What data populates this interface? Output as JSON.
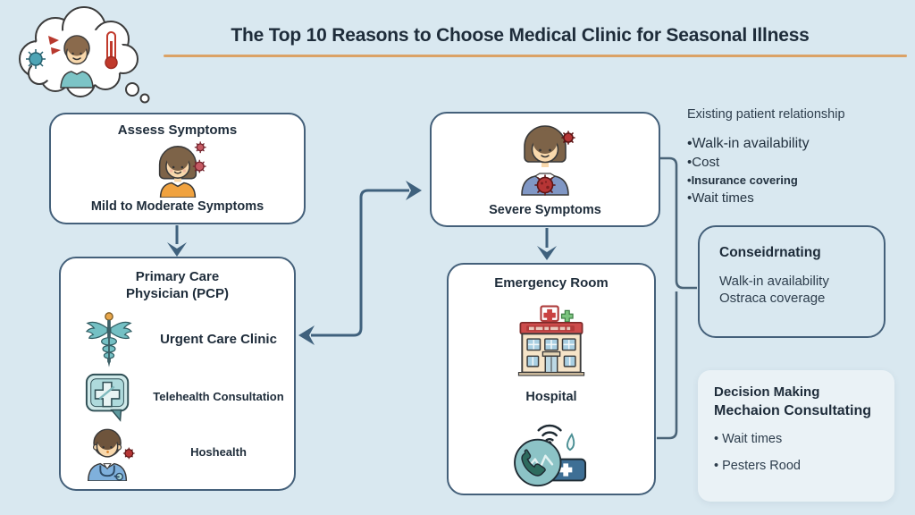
{
  "title": "The Top 10 Reasons to Choose Medical Clinic for Seasonal Illness",
  "assess_box": {
    "title": "Assess Symptoms",
    "subtitle": "Mild to Moderate Symptoms"
  },
  "severe_box": {
    "label": "Severe Symptoms"
  },
  "pcp_box": {
    "title_line1": "Primary Care",
    "title_line2": "Physician (PCP)",
    "items": [
      {
        "label": "Urgent Care Clinic",
        "icon": "caduceus-icon"
      },
      {
        "label": "Telehealth Consultation",
        "icon": "telehealth-chat-icon"
      },
      {
        "label": "Hoshealth",
        "icon": "doctor-icon"
      }
    ]
  },
  "er_box": {
    "title": "Emergency Room",
    "subtitle": "Hospital"
  },
  "factors_list": {
    "heading": "Existing patient relationship",
    "bullets": [
      "Walk-in availability",
      "Cost",
      "Insurance covering",
      "Wait times"
    ]
  },
  "considering_box": {
    "title": "Conseidrnating",
    "lines": [
      "Walk-in availability",
      "Ostraca coverage"
    ]
  },
  "decision_box": {
    "title_line1": "Decision Making",
    "title_line2": "Mechaion Consultating",
    "bullets": [
      "Wait times",
      "Pesters Rood"
    ]
  },
  "colors": {
    "background": "#d9e8f0",
    "box_border": "#44607a",
    "accent_underline": "#dba266",
    "arrow": "#3f617d",
    "title_text": "#1e2c3a"
  }
}
